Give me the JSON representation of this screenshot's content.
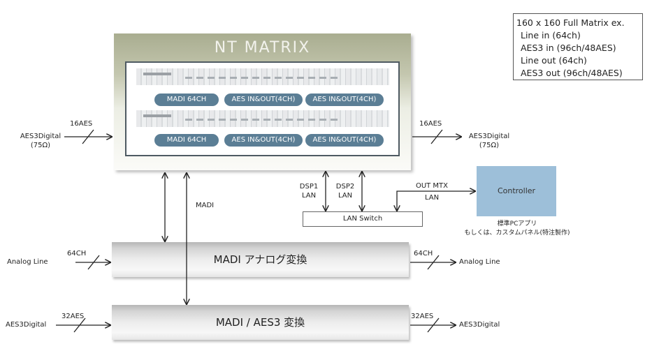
{
  "spec": {
    "title": "160 x 160 Full Matrix ex.",
    "items": [
      "Line in (64ch)",
      "AES3 in (96ch/48AES)",
      "Line out (64ch)",
      "AES3 out (96ch/48AES)"
    ]
  },
  "nt_matrix": {
    "title": "NT MATRIX",
    "row1": [
      "MADI 64CH",
      "AES IN&OUT(4CH)",
      "AES IN&OUT(4CH)"
    ],
    "row2": [
      "MADI 64CH",
      "AES IN&OUT(4CH)",
      "AES IN&OUT(4CH)"
    ]
  },
  "left_input": {
    "count": "16AES",
    "label_line1": "AES3Digital",
    "label_line2": "(75Ω)"
  },
  "right_output": {
    "count": "16AES",
    "label_line1": "AES3Digital",
    "label_line2": "(75Ω)"
  },
  "madi_label": "MADI",
  "dsp1": {
    "line1": "DSP1",
    "line2": "LAN"
  },
  "dsp2": {
    "line1": "DSP2",
    "line2": "LAN"
  },
  "out_mtx": {
    "line1": "OUT MTX",
    "line2": "LAN"
  },
  "lan_switch": "LAN Switch",
  "controller": {
    "label": "Controller",
    "note1": "標準PCアプリ",
    "note2": "もしくは、カスタムパネル(特注製作)"
  },
  "analog_conv": {
    "title": "MADI アナログ変換",
    "in_count": "64CH",
    "in_label": "Analog Line",
    "out_count": "64CH",
    "out_label": "Analog Line"
  },
  "aes_conv": {
    "title": "MADI / AES3 変換",
    "in_count": "32AES",
    "in_label": "AES3Digital",
    "out_count": "32AES",
    "out_label": "AES3Digital"
  }
}
